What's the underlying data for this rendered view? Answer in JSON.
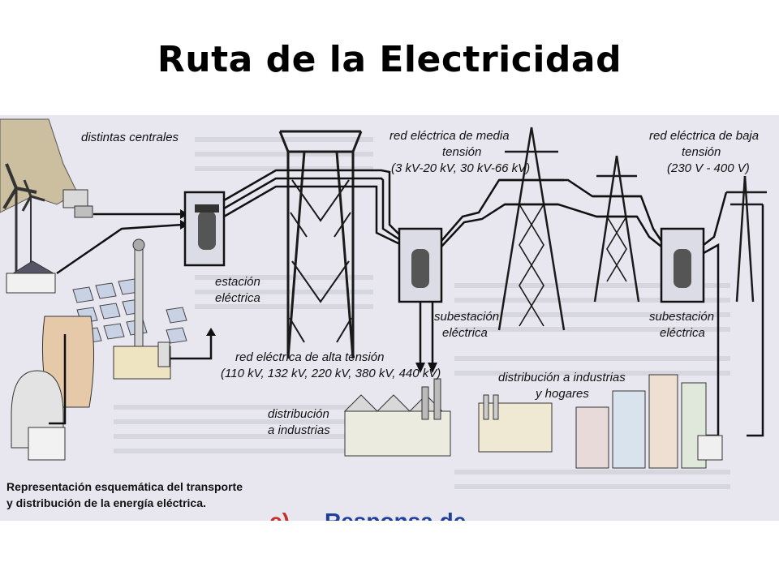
{
  "title": "Ruta de la Electricidad",
  "labels": {
    "centrales": "distintas centrales",
    "estacion_1": "estación",
    "estacion_2": "eléctrica",
    "media_1": "red eléctrica de media",
    "media_2": "tensión",
    "media_3": "(3 kV-20 kV, 30 kV-66 kV)",
    "baja_1": "red eléctrica de baja",
    "baja_2": "tensión",
    "baja_3": "(230 V - 400 V)",
    "subestacion_a_1": "subestación",
    "subestacion_a_2": "eléctrica",
    "subestacion_b_1": "subestación",
    "subestacion_b_2": "eléctrica",
    "alta_1": "red eléctrica de alta tensión",
    "alta_2": "(110 kV, 132 kV, 220 kV, 380 kV, 440 kV)",
    "dist_ind_1": "distribución",
    "dist_ind_2": "a industrias",
    "dist_hog_1": "distribución a industrias",
    "dist_hog_2": "y hogares",
    "caption_1": "Representación esquemática del transporte",
    "caption_2": "y distribución de la energía eléctrica.",
    "bottom_red": "c)",
    "bottom_blue": "Responsa de"
  },
  "colors": {
    "paper": "#e7e6ef",
    "cable": "#222222",
    "tower": "#1a1a1a",
    "red_text": "#c5322e",
    "blue_text": "#1f3f9b"
  }
}
